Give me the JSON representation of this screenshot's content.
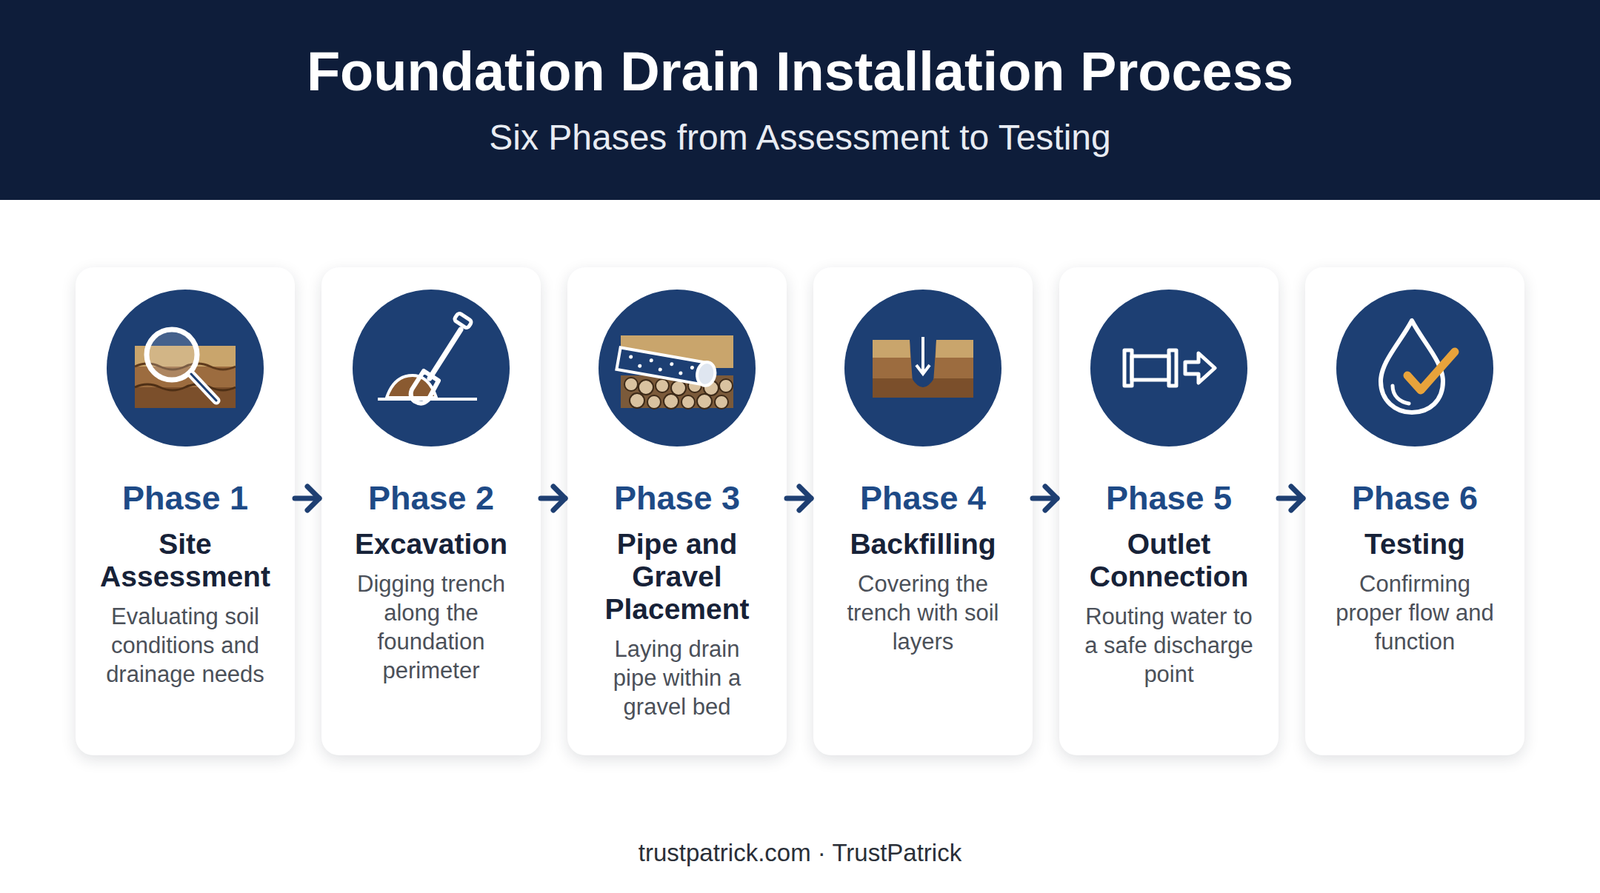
{
  "diagram": {
    "title": "Foundation Drain Installation Process",
    "nodes": [
      {
        "text": [
          "Phase 1",
          "Site Assessment",
          "Evaluating soil conditions and drainage needs"
        ]
      },
      {
        "text": [
          "Phase 2",
          "Excavation",
          "Digging trench along the foundation perimeter"
        ]
      },
      {
        "text": [
          "Phase 3",
          "Pipe and Gravel Placement",
          "Laying drain pipe within a gravel bed"
        ]
      },
      {
        "text": [
          "Phase 4",
          "Backfilling",
          "Covering the trench with soil layers"
        ]
      },
      {
        "text": [
          "Phase 5",
          "Outlet Connection",
          "Routing water to a safe discharge point"
        ]
      },
      {
        "text": [
          "Phase 6",
          "Testing",
          "Confirming proper flow and function"
        ]
      }
    ],
    "edges": [
      {
        "from": 0,
        "to": 1,
        "arrow": "to"
      },
      {
        "from": 1,
        "to": 2,
        "arrow": "to"
      },
      {
        "from": 2,
        "to": 3,
        "arrow": "to"
      },
      {
        "from": 3,
        "to": 4,
        "arrow": "to"
      },
      {
        "from": 4,
        "to": 5,
        "arrow": "to"
      }
    ],
    "labels": [
      "Six Phases from Assessment to Testing",
      "trustpatrick.com · TrustPatrick"
    ]
  }
}
